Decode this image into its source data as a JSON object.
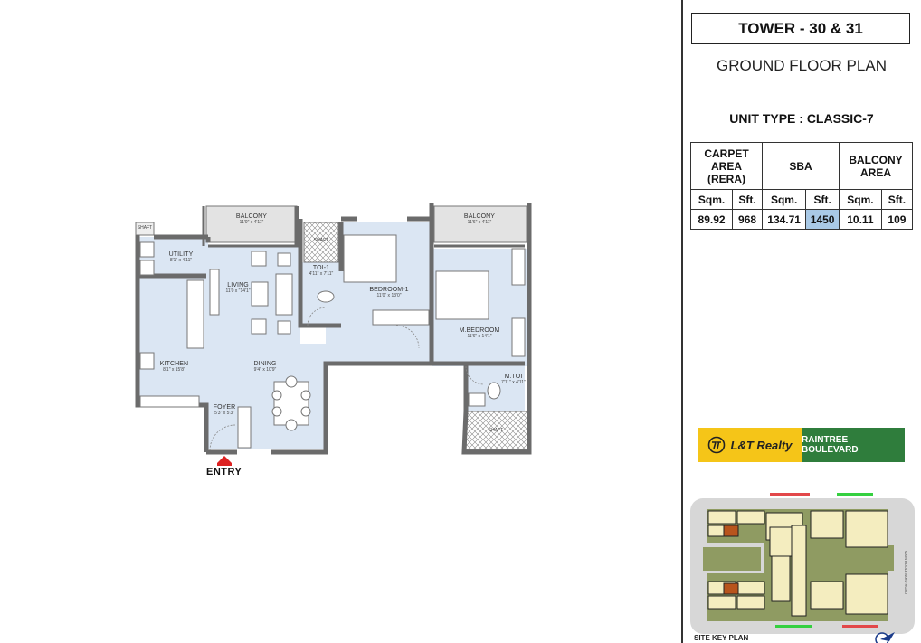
{
  "panel": {
    "tower_title": "TOWER - 30 & 31",
    "plan_title": "GROUND FLOOR PLAN",
    "unit_type": "UNIT TYPE : CLASSIC-7",
    "area_table": {
      "headers": [
        "CARPET AREA (RERA)",
        "SBA",
        "BALCONY AREA"
      ],
      "units": [
        "Sqm.",
        "Sft.",
        "Sqm.",
        "Sft.",
        "Sqm.",
        "Sft."
      ],
      "values": [
        "89.92",
        "968",
        "134.71",
        "1450",
        "10.11",
        "109"
      ],
      "highlight_color": "#a9c9e6"
    },
    "brand": {
      "logo_text": "L&T Realty",
      "project_name": "RAINTREE BOULEVARD",
      "logo_bg": "#f5c518",
      "project_bg": "#2f7d3c"
    },
    "site_key": {
      "label": "SITE KEY PLAN",
      "road_label": "MAIN BOULEVARD ROAD"
    }
  },
  "plan": {
    "entry_label": "ENTRY",
    "rooms": [
      {
        "name": "BALCONY",
        "dim": "11'0\" x 4'11\""
      },
      {
        "name": "BALCONY",
        "dim": "11'6\" x 4'11\""
      },
      {
        "name": "UTILITY",
        "dim": "8'1\" x 4'11\""
      },
      {
        "name": "LIVING",
        "dim": "11'0 x \"14'1\""
      },
      {
        "name": "TOI-1",
        "dim": "4'11\" x 7'11\""
      },
      {
        "name": "BEDROOM-1",
        "dim": "11'0\" x 13'0\""
      },
      {
        "name": "M.BEDROOM",
        "dim": "11'6\" x 14'1\""
      },
      {
        "name": "KITCHEN",
        "dim": "8'1\" x 15'8\""
      },
      {
        "name": "DINING",
        "dim": "9'4\" x 10'9\""
      },
      {
        "name": "FOYER",
        "dim": "5'3\" x 5'3\""
      },
      {
        "name": "M.TOI",
        "dim": "7'11\" x 4'11\""
      },
      {
        "name": "SHAFT",
        "dim": ""
      },
      {
        "name": "SHAFT",
        "dim": ""
      },
      {
        "name": "SHAFT",
        "dim": ""
      }
    ],
    "colors": {
      "floor": "#dbe6f3",
      "wall": "#6b6b6b",
      "balcony": "#e3e3e3"
    }
  }
}
